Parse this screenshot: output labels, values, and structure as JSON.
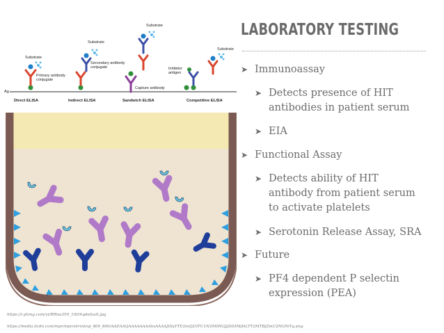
{
  "slide": {
    "title": "LABORATORY TESTING",
    "bullets": [
      {
        "level": 1,
        "text": "Immunoassay"
      },
      {
        "level": 2,
        "lines": [
          "Detects presence of HIT",
          "antibodies in patient serum"
        ]
      },
      {
        "level": 2,
        "text": "EIA"
      },
      {
        "level": 1,
        "text": "Functional Assay"
      },
      {
        "level": 2,
        "lines": [
          "Detects ability of HIT",
          "antibody from patient serum",
          "to activate platelets"
        ]
      },
      {
        "level": 2,
        "text": "Serotonin Release Assay, SRA"
      },
      {
        "level": 1,
        "text": "Future"
      },
      {
        "level": 2,
        "lines": [
          "PF4 dependent P selectin",
          "expression (PEA)"
        ]
      }
    ],
    "arrow_glyph": "➤"
  },
  "elisa_diagram": {
    "panels": [
      "Direct ELISA",
      "Indirect ELISA",
      "Sandwich ELISA",
      "Competitive ELISA"
    ],
    "labels": {
      "ag": "Ag",
      "substrate": "Substrate",
      "primary_1": "Primary antibody",
      "primary_2": "conjugate",
      "secondary_1": "Secondary antibody",
      "secondary_2": "conjugate",
      "capture": "Capture antibody",
      "inhibitor_1": "Inhibitor",
      "inhibitor_2": "antigen"
    }
  },
  "sources": [
    "https://i.ytimg.com/vi/RRlsa3Y0_100/hqdefault.jpg",
    "https://media.licdn.com/mpr/mpr/shrinknp_800_800/AAEAAQAAAAAAAAhsAAAAJDlyYTE2mQ2OTU1N2M0NGJjZi05MjlhLTY2MTBjZmU2NGNiYg.png"
  ],
  "colors": {
    "title": "#6a6a6a",
    "text": "#6b6b6b",
    "antibody_red": "#d9442b",
    "antibody_blue": "#3b4fa5",
    "antibody_purple": "#8b3f98",
    "well_bg": "#efe4d2",
    "well_wall": "#7a5a52",
    "well_base": "#f5e9b3",
    "triangle_blue": "#2e9fe0",
    "platelet_purple": "#b07ac8",
    "antigen_cyan": "#6fc8e0",
    "navy_ab": "#1f3e9a"
  }
}
